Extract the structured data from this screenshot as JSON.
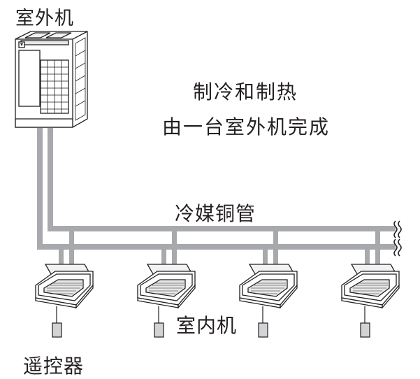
{
  "labels": {
    "outdoor_unit": "室外机",
    "description_line1": "制冷和制热",
    "description_line2": "由一台室外机完成",
    "refrigerant_pipe": "冷媒铜管",
    "indoor_unit": "室内机",
    "remote_controller": "遥控器"
  },
  "colors": {
    "pipe": "#a7a9ac",
    "outline": "#231f20",
    "unit_body": "#ffffff",
    "remote": "#c8c8c8"
  },
  "indoor_unit_count": 4
}
